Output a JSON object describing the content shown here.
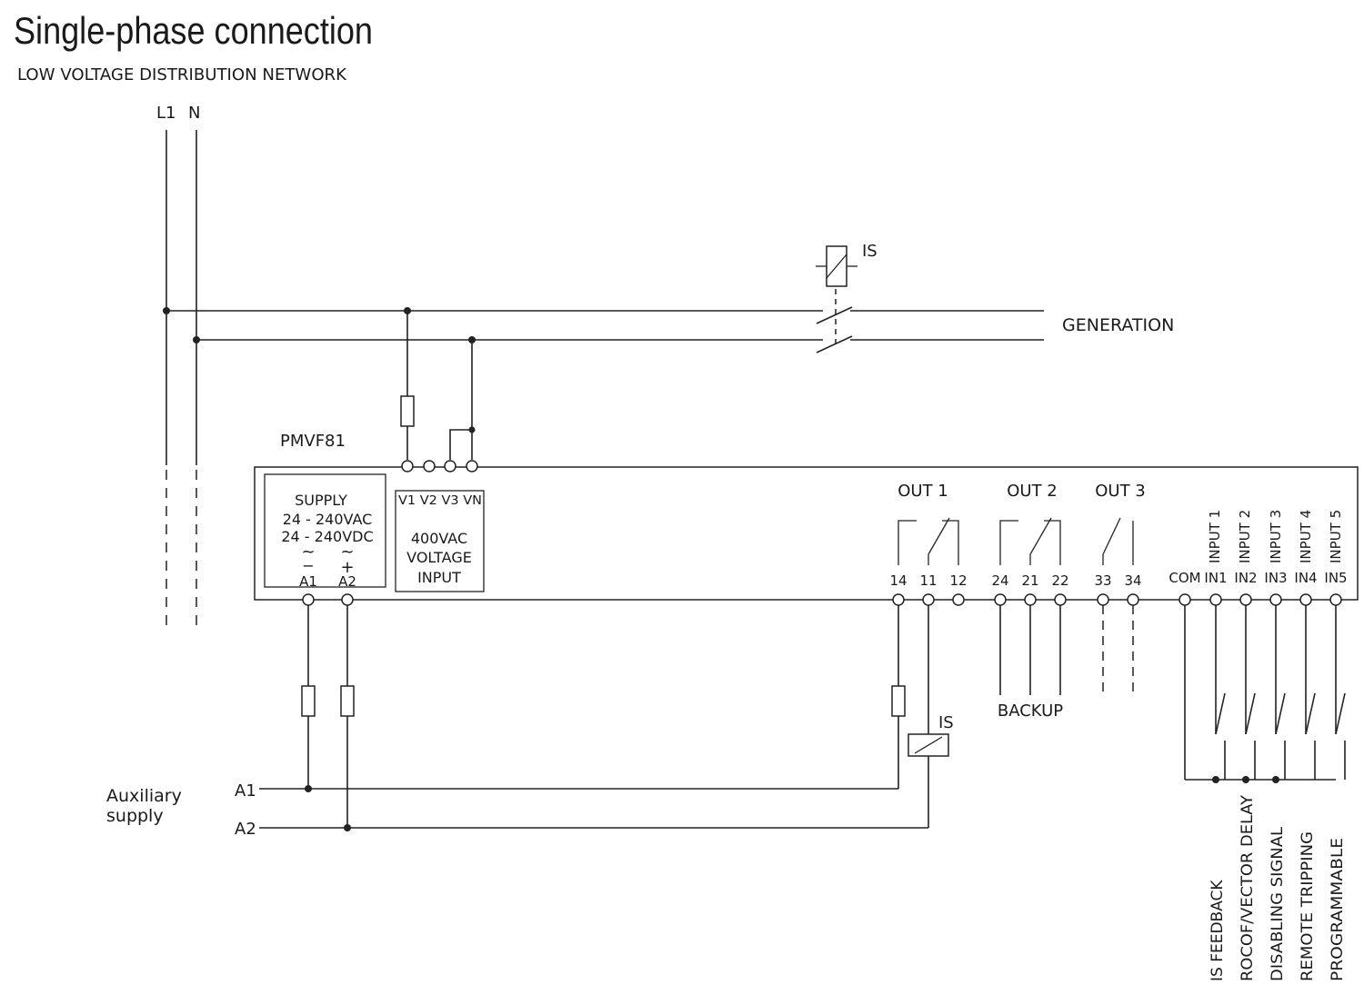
{
  "title": "Single-phase connection",
  "subtitle": "LOW VOLTAGE DISTRIBUTION NETWORK",
  "network": {
    "l1": "L1",
    "n": "N",
    "generation": "GENERATION"
  },
  "device": {
    "name": "PMVF81",
    "supply_title": "SUPPLY",
    "supply_ac": "24 - 240VAC",
    "supply_dc": "24 - 240VDC",
    "ac_symbol": "~",
    "minus_symbol": "−",
    "plus_symbol": "+",
    "terminal_a1": "A1",
    "terminal_a2": "A2",
    "voltage_terminals": "V1 V2 V3 VN",
    "voltage_line1": "400VAC",
    "voltage_line2": "VOLTAGE",
    "voltage_line3": "INPUT"
  },
  "outputs": [
    {
      "label": "OUT 1",
      "terminals": [
        "14",
        "11",
        "12"
      ]
    },
    {
      "label": "OUT 2",
      "terminals": [
        "24",
        "21",
        "22"
      ]
    },
    {
      "label": "OUT 3",
      "terminals": [
        "33",
        "34"
      ]
    }
  ],
  "inputs": {
    "com": "COM",
    "terminals": [
      "IN1",
      "IN2",
      "IN3",
      "IN4",
      "IN5"
    ],
    "names": [
      "INPUT 1",
      "INPUT 2",
      "INPUT 3",
      "INPUT 4",
      "INPUT 5"
    ],
    "functions": [
      "IS FEEDBACK",
      "ROCOF/VECTOR DELAY",
      "DISABLING SIGNAL",
      "REMOTE TRIPPING",
      "PROGRAMMABLE"
    ]
  },
  "relay_label": "IS",
  "backup_label": "BACKUP",
  "auxiliary": {
    "line1": "Auxiliary",
    "line2": "supply",
    "a1": "A1",
    "a2": "A2"
  }
}
